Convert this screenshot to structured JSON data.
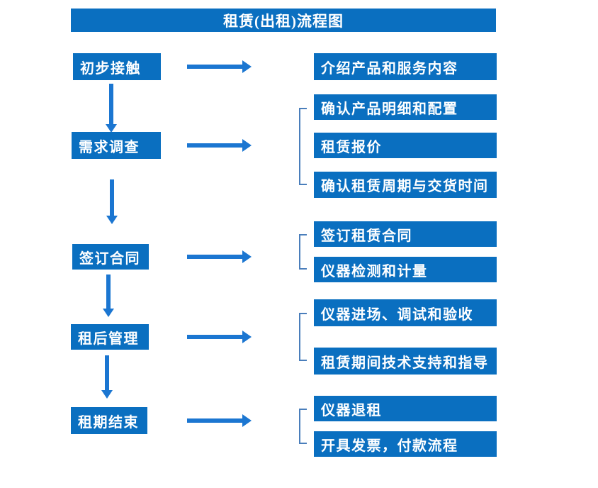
{
  "title": "租赁(出租)流程图",
  "colors": {
    "box": "#0a6fc0",
    "arrow": "#1b76d1",
    "bracket": "#4a7ebb",
    "text": "#ffffff",
    "background": "#ffffff"
  },
  "flow": {
    "steps": [
      "初步接触",
      "需求调查",
      "签订合同",
      "租后管理",
      "租期结束"
    ],
    "details": {
      "step1": [
        "介绍产品和服务内容"
      ],
      "step2": [
        "确认产品明细和配置",
        "租赁报价",
        "确认租赁周期与交货时间"
      ],
      "step3": [
        "签订租赁合同",
        "仪器检测和计量"
      ],
      "step4": [
        "仪器进场、调试和验收",
        "租赁期间技术支持和指导"
      ],
      "step5": [
        "仪器退租",
        "开具发票，付款流程"
      ]
    }
  }
}
